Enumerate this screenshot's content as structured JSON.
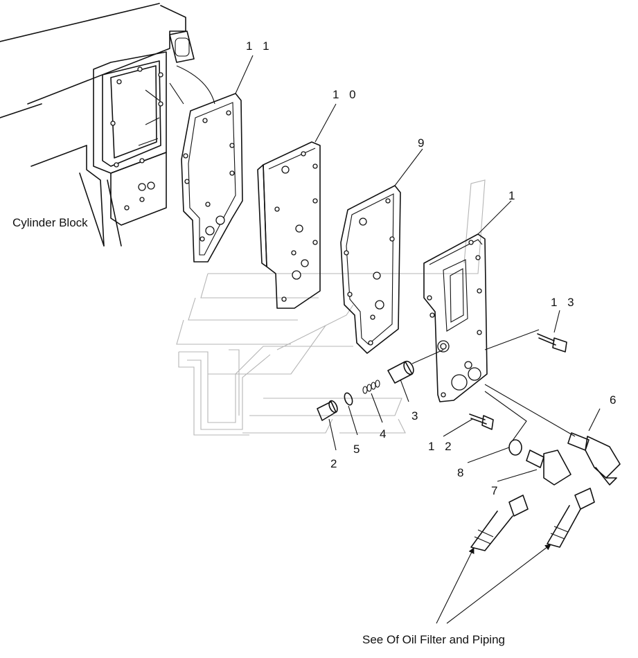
{
  "labels": {
    "cylinder_block": "Cylinder Block",
    "see_note": "See Of Oil Filter and Piping"
  },
  "callouts": {
    "p1": "1",
    "p2": "2",
    "p3": "3",
    "p4": "4",
    "p5": "5",
    "p6": "6",
    "p7": "7",
    "p8": "8",
    "p9": "9",
    "p10": "1 0",
    "p11": "1 1",
    "p12": "1 2",
    "p13": "1 3"
  }
}
